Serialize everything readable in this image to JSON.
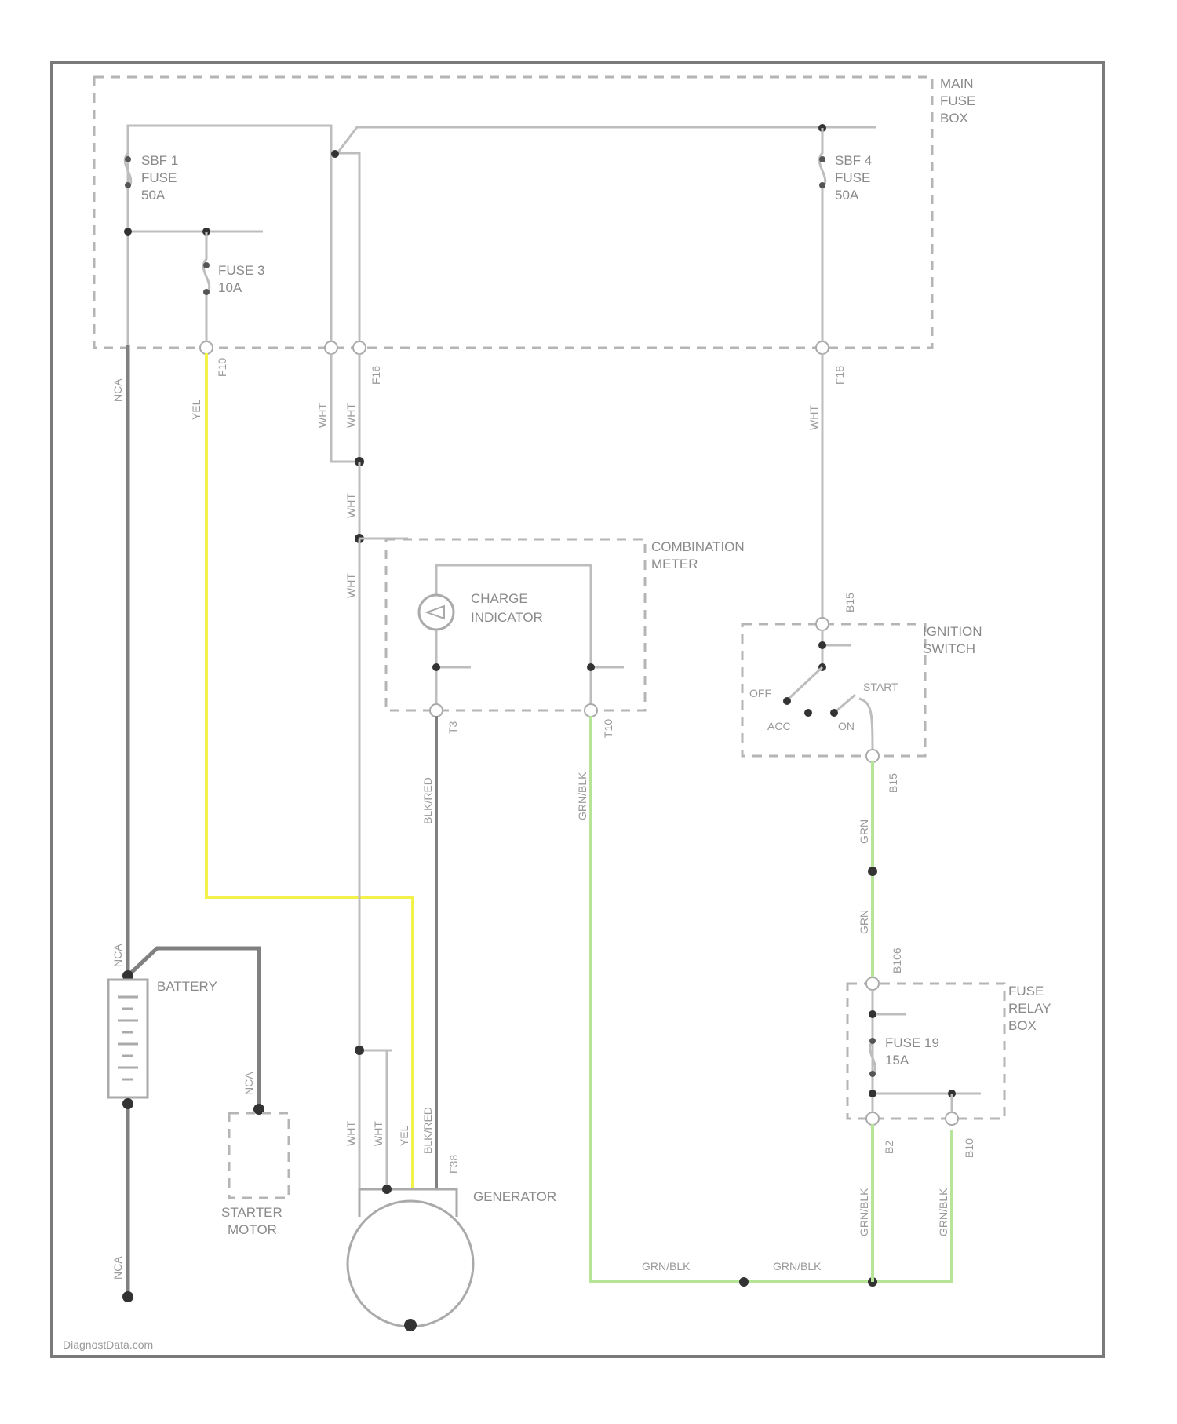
{
  "components": {
    "main_fuse_box": [
      "MAIN",
      "FUSE",
      "BOX"
    ],
    "sbf1": [
      "SBF 1",
      "FUSE",
      "50A"
    ],
    "sbf4": [
      "SBF 4",
      "FUSE",
      "50A"
    ],
    "fuse3": [
      "FUSE 3",
      "10A"
    ],
    "combination_meter": [
      "COMBINATION",
      "METER"
    ],
    "charge_indicator": [
      "CHARGE",
      "INDICATOR"
    ],
    "ignition_switch": [
      "IGNITION",
      "SWITCH"
    ],
    "switch_positions": {
      "off": "OFF",
      "acc": "ACC",
      "on": "ON",
      "start": "START"
    },
    "fuse_relay_box": [
      "FUSE",
      "RELAY",
      "BOX"
    ],
    "fuse19": [
      "FUSE 19",
      "15A"
    ],
    "battery": "BATTERY",
    "starter_motor": [
      "STARTER",
      "MOTOR"
    ],
    "generator": "GENERATOR"
  },
  "connectors": {
    "f10": "F10",
    "f16": "F16",
    "f18": "F18",
    "b15a": "B15",
    "b15b": "B15",
    "t3": "T3",
    "t10": "T10",
    "f38": "F38",
    "b106": "B106",
    "b2": "B2",
    "b10": "B10"
  },
  "wire_labels": {
    "nca_top": "NCA",
    "nca_batt": "NCA",
    "nca_bottom": "NCA",
    "nca_starter": "NCA",
    "yel": "YEL",
    "wht1": "WHT",
    "wht2": "WHT",
    "wht3": "WHT",
    "wht4": "WHT",
    "wht5": "WHT",
    "wht6": "WHT",
    "wht7": "WHT",
    "blkred1": "BLK/RED",
    "blkred2": "BLK/RED",
    "grnblk1": "GRN/BLK",
    "grnblk2": "GRN/BLK",
    "grnblk3": "GRN/BLK",
    "grnblk4": "GRN/BLK",
    "grnblk5": "GRN/BLK",
    "grn1": "GRN",
    "grn2": "GRN",
    "yel2": "YEL"
  },
  "watermark": "DiagnostData.com",
  "colors": {
    "yellow_wire": "#f2f24a",
    "green_wire": "#b6e59a",
    "dark_wire": "#808080",
    "light_wire": "#bdbdbd"
  }
}
